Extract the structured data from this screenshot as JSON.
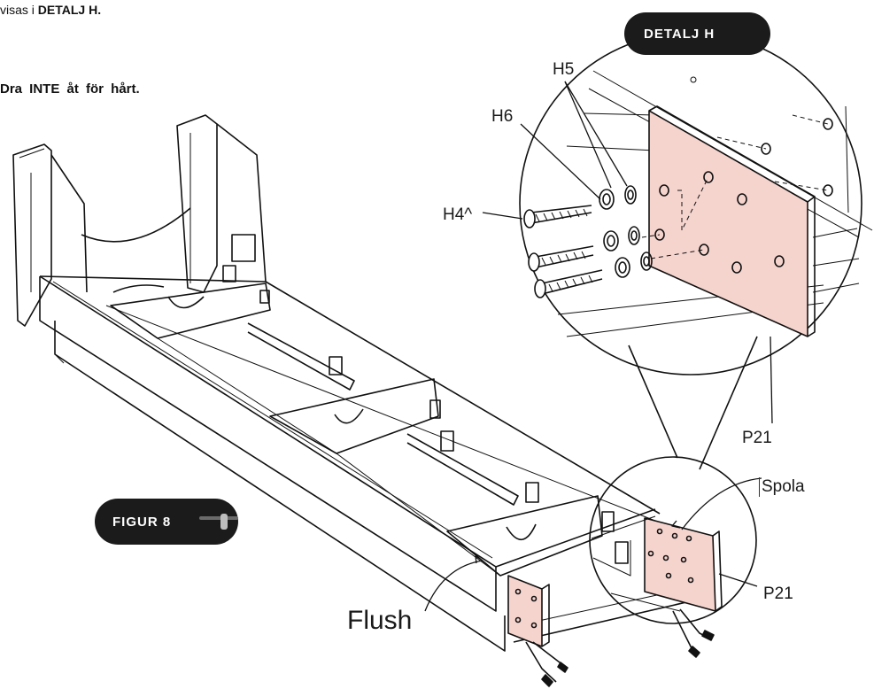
{
  "instructions": {
    "line1_prefix": "visas i",
    "line1_bold": "DETALJ H.",
    "warning": "Dra INTE åt för hårt."
  },
  "badges": {
    "detail": "DETALJ H",
    "figure": "FIGUR 8"
  },
  "labels": {
    "h5": "H5",
    "h6": "H6",
    "h4": "H4^",
    "p21_detail": "P21",
    "spola": "Spola",
    "p21_small": "P21",
    "flush": "Flush"
  },
  "colors": {
    "panel_fill": "#f6d4ce",
    "line": "#111111",
    "badge_bg": "#1b1b1b"
  }
}
